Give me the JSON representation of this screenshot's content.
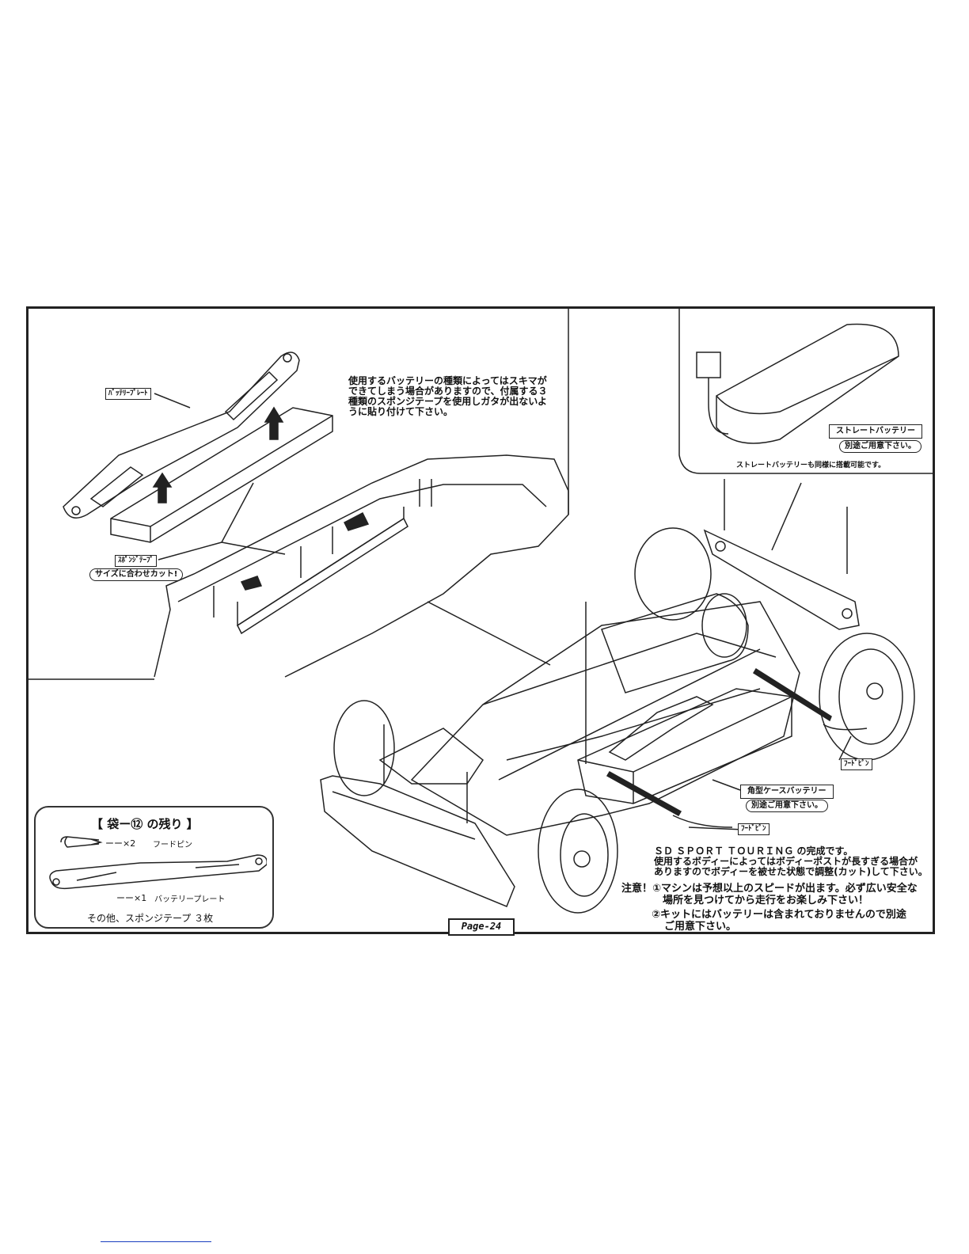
{
  "left_panel": {
    "instruction": [
      "使用するバッテリーの種類によってはスキマが",
      "できてしまう場合がありますので、付属する３",
      "種類のスポンジテープを使用しガタが出ないよ",
      "うに貼り付けて下さい。"
    ],
    "battery_plate_label": "ﾊﾞｯﾃﾘｰﾌﾟﾚｰﾄ",
    "sponge_tape_label": "ｽﾎﾟﾝｼﾞﾃｰﾌﾟ",
    "cut_note": "サイズに合わせカット!"
  },
  "right_panel": {
    "straight_battery_label": "ストレートバッテリー",
    "straight_battery_note": "別途ご用意下さい。",
    "straight_caption": "ストレートバッテリーも同様に搭載可能です。"
  },
  "main": {
    "hood_pin_label_1": "ﾌｰﾄﾞﾋﾟﾝ",
    "hood_pin_label_2": "ﾌｰﾄﾞﾋﾟﾝ",
    "square_battery_label": "角型ケースバッテリー",
    "square_battery_note": "別途ご用意下さい。",
    "completion": [
      "ＳＤ ＳＰＯＲＴ ＴＯＵＲＩＮＧ の完成です。",
      "使用するボディーによってはボディーポストが長すぎる場合が",
      "ありますのでボディーを被せた状態で調整(カット)して下さい。"
    ],
    "caution_1": [
      "注意！①マシンは予想以上のスピードが出ます。必ず広い安全な",
      "場所を見つけてから走行をお楽しみ下さい！"
    ],
    "caution_2": [
      "②キットにはバッテリーは含まれておりませんので別途",
      "ご用意下さい。"
    ]
  },
  "bag": {
    "title": "【 袋ー⑫ の残り 】",
    "item1_qty": "ーー×2",
    "item1_name": "フードピン",
    "item2_qty": "ーー×1",
    "item2_name": "バッテリープレート",
    "other": "その他、スポンジテープ ３枚"
  },
  "page_label": "Page-24"
}
